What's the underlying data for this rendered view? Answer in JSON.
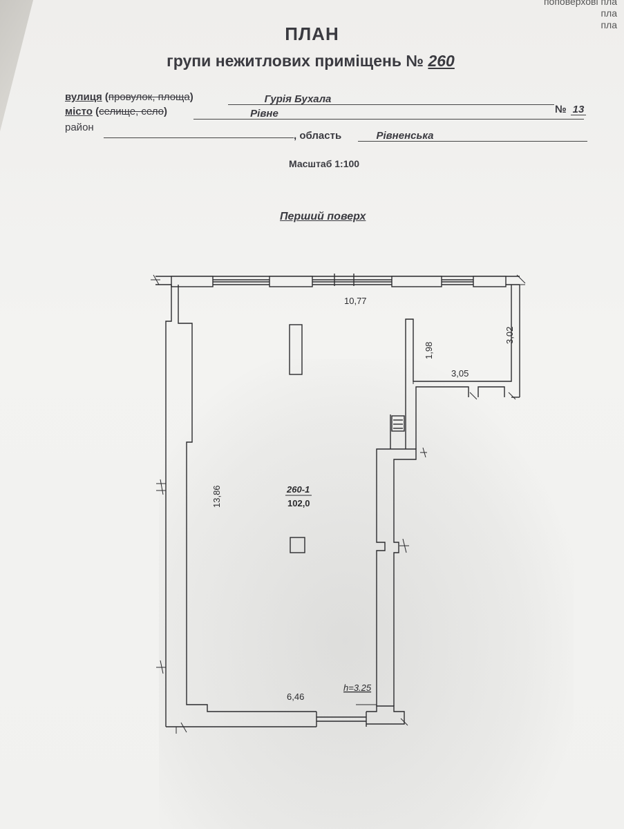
{
  "corner_text": "поповерхові пла\nпла\nпла",
  "header": {
    "title": "ПЛАН",
    "subtitle_prefix": "групи нежитлових приміщень №",
    "subtitle_number": "260"
  },
  "address": {
    "street_label": "вулиця",
    "street_alt_open": " (",
    "street_alt_strike": "провулок, площа",
    "street_alt_close": ")",
    "street_value": "Гурія Бухала",
    "number_label": "№",
    "number_value": "13",
    "city_label": "місто",
    "city_alt_open": " (",
    "city_alt_strike": "селище, село",
    "city_alt_close": ")",
    "city_value": "Рівне",
    "district_label": "район",
    "region_label": ", область",
    "region_value": "Рівненська"
  },
  "scale": "Масштаб 1:100",
  "floor": "Перший поверх",
  "plan": {
    "room_id": "260-1",
    "room_area": "102,0",
    "dims": {
      "top_width": "10,77",
      "right_wing": "3,02",
      "corridor_depth": "1,98",
      "corridor_width": "3,05",
      "left_length": "13,86",
      "bottom_width": "6,46",
      "height": "h=3.25"
    }
  }
}
